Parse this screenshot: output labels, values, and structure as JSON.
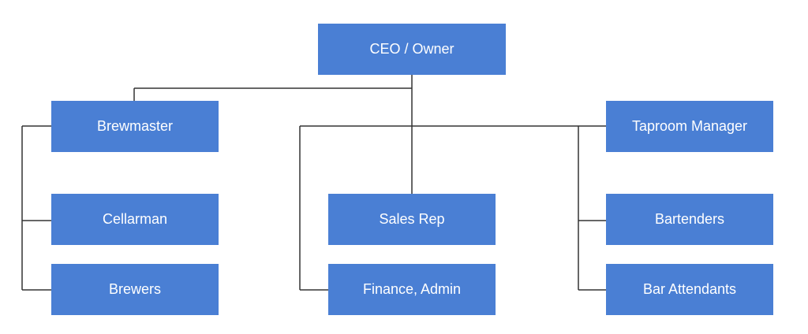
{
  "diagram": {
    "type": "org-chart",
    "node_color": "#4a7fd4",
    "text_color": "#ffffff",
    "connector_color": "#333333",
    "nodes": {
      "ceo": {
        "label": "CEO / Owner"
      },
      "brewmaster": {
        "label": "Brewmaster"
      },
      "cellarman": {
        "label": "Cellarman"
      },
      "brewers": {
        "label": "Brewers"
      },
      "sales_rep": {
        "label": "Sales Rep"
      },
      "finance_admin": {
        "label": "Finance, Admin"
      },
      "taproom_manager": {
        "label": "Taproom Manager"
      },
      "bartenders": {
        "label": "Bartenders"
      },
      "bar_attendants": {
        "label": "Bar Attendants"
      }
    },
    "edges": [
      [
        "ceo",
        "brewmaster"
      ],
      [
        "ceo",
        "sales_rep"
      ],
      [
        "ceo",
        "finance_admin"
      ],
      [
        "ceo",
        "taproom_manager"
      ],
      [
        "brewmaster",
        "cellarman"
      ],
      [
        "brewmaster",
        "brewers"
      ],
      [
        "taproom_manager",
        "bartenders"
      ],
      [
        "taproom_manager",
        "bar_attendants"
      ]
    ]
  }
}
